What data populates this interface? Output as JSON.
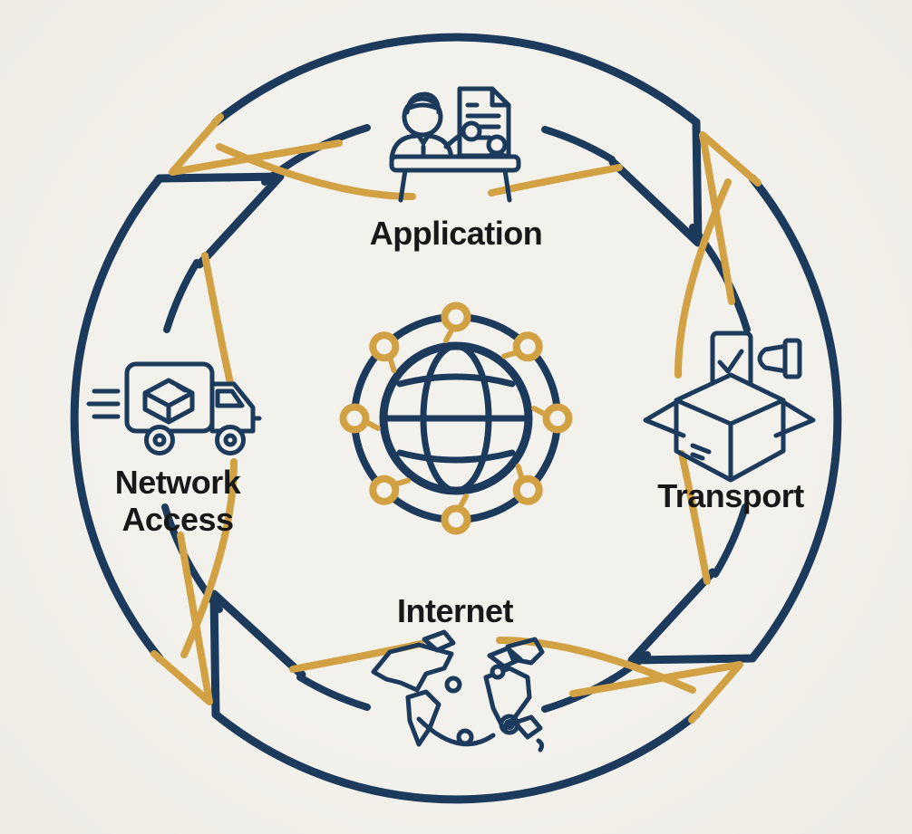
{
  "diagram": {
    "type": "cycle-diagram",
    "subject": "TCP/IP model layers cycle",
    "center_icon": "connected-globe-network-icon",
    "layers": [
      {
        "id": "application",
        "label": "Application",
        "icon": "presenter-with-document-icon",
        "position": "top"
      },
      {
        "id": "transport",
        "label": "Transport",
        "icon": "open-box-packing-hand-icon",
        "position": "right"
      },
      {
        "id": "internet",
        "label": "Internet",
        "icon": "world-map-network-icon",
        "position": "bottom"
      },
      {
        "id": "network_access",
        "label": "Network Access",
        "label_line1": "Network",
        "label_line2": "Access",
        "icon": "delivery-truck-icon",
        "position": "left"
      }
    ],
    "arrows": {
      "clockwise_color": "#1c3a5c",
      "counterclockwise_color": "#d2a144",
      "clockwise_count": 4,
      "counterclockwise_count": 4
    },
    "colors": {
      "navy": "#1c3a5c",
      "gold": "#d2a144",
      "background": "#f0eee8",
      "text": "#181818"
    }
  }
}
